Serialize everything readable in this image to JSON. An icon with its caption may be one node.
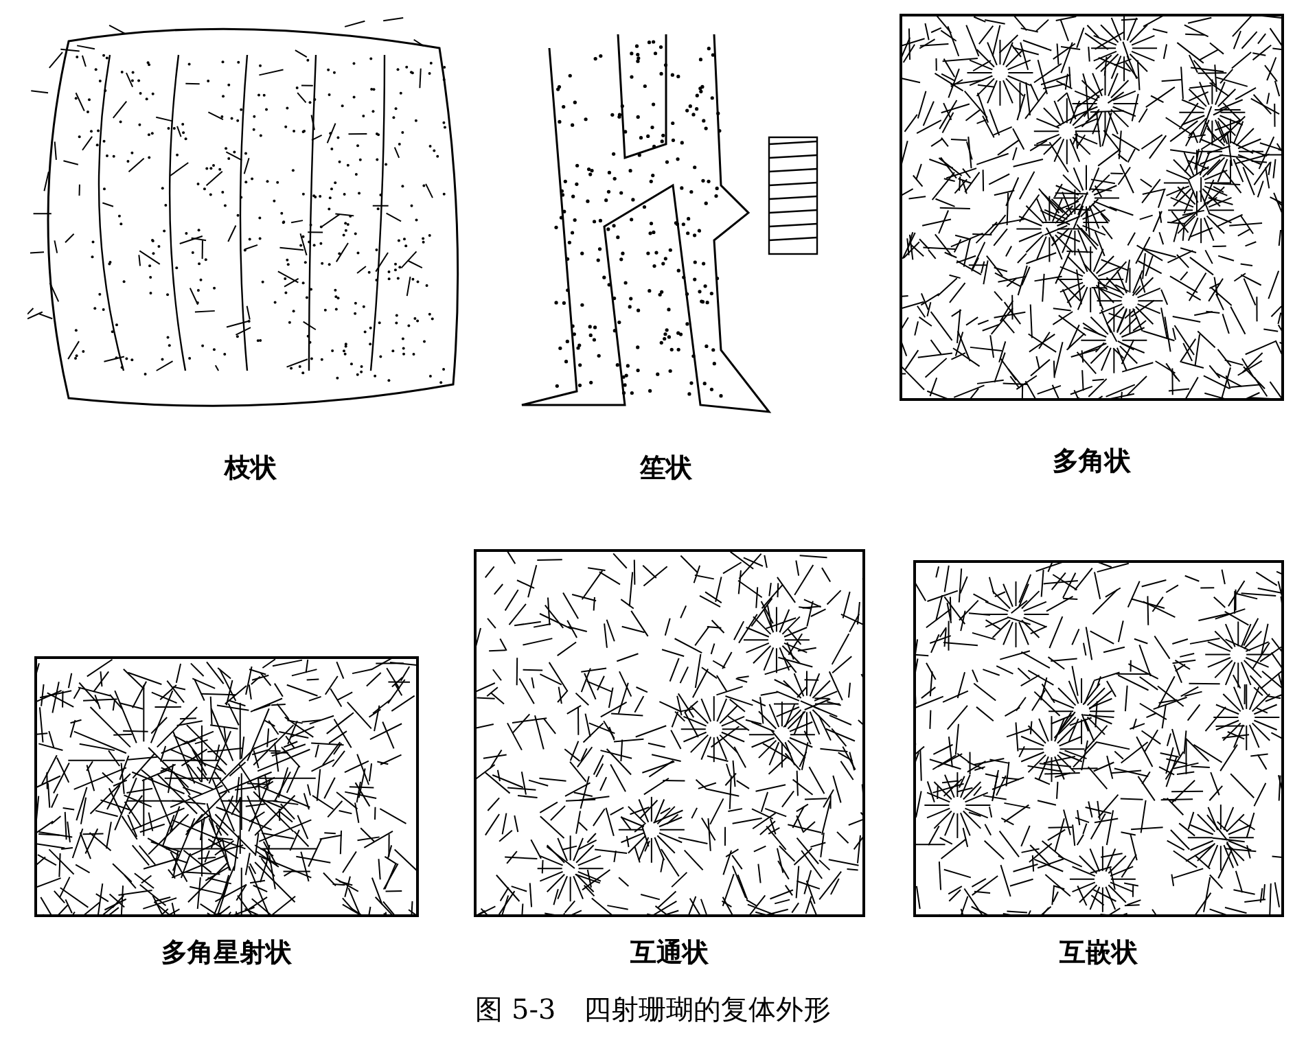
{
  "diagram": {
    "caption": "图 5-3　四射珊瑚的复体外形",
    "nodes": [
      {
        "text": [],
        "shape": "picture",
        "beside": [
          "枝状"
        ]
      },
      {
        "text": [],
        "shape": "picture",
        "beside": [
          "笙状"
        ]
      },
      {
        "text": [],
        "shape": "picture",
        "beside": [
          "多角状"
        ]
      },
      {
        "text": [],
        "shape": "picture",
        "beside": [
          "多角星射状"
        ]
      },
      {
        "text": [],
        "shape": "picture",
        "beside": [
          "互通状"
        ]
      },
      {
        "text": [],
        "shape": "picture",
        "beside": [
          "互嵌状"
        ]
      }
    ]
  }
}
